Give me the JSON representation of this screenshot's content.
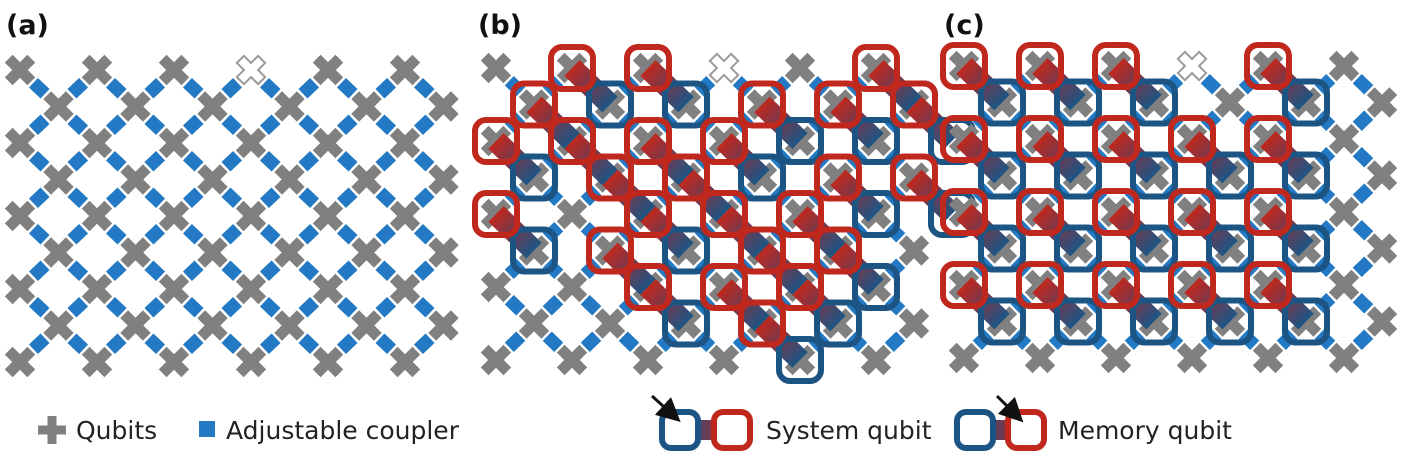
{
  "panels": [
    {
      "label": "(a)"
    },
    {
      "label": "(b)"
    },
    {
      "label": "(c)"
    }
  ],
  "legend": {
    "qubits": "Qubits",
    "coupler": "Adjustable coupler",
    "system_qubit": "System qubit",
    "memory_qubit": "Memory qubit"
  },
  "colors": {
    "qubit": "#808080",
    "coupler": "#2379c3",
    "system_ring": "#c0281e",
    "memory_ring": "#1c5584",
    "missing_qubit_outline": "#9a9a9a"
  },
  "icons": {
    "qubit": "plus-cross-icon",
    "missing_qubit": "hollow-cross-icon",
    "arrow": "arrow-icon"
  }
}
